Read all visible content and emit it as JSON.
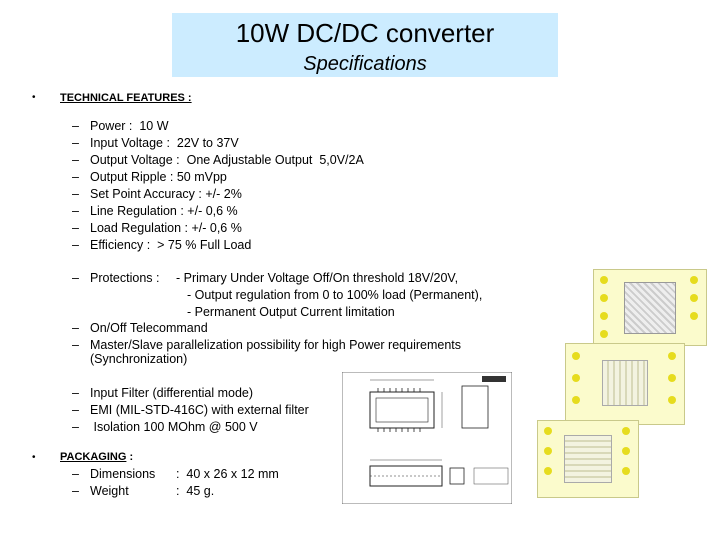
{
  "title": {
    "main": "10W DC/DC converter",
    "sub": "Specifications"
  },
  "technical": {
    "heading": "TECHNICAL FEATURES :",
    "items": [
      "Power :  10 W",
      "Input Voltage :  22V to 37V",
      "Output Voltage :  One Adjustable Output  5,0V/2A",
      "Output Ripple : 50 mVpp",
      "Set Point Accuracy : +/- 2%",
      "Line Regulation : +/- 0,6 %",
      "Load Regulation : +/- 0,6 %",
      "Efficiency :  > 75 % Full Load"
    ],
    "protections": {
      "label": "Protections :",
      "lines": [
        "- Primary Under Voltage Off/On threshold 18V/20V,",
        "- Output regulation from 0 to 100% load (Permanent),",
        "- Permanent Output Current limitation"
      ]
    },
    "telecommand": "On/Off Telecommand",
    "parallel": [
      "Master/Slave parallelization possibility for high Power requirements",
      "(Synchronization)"
    ],
    "other": [
      "Input Filter (differential mode)",
      "EMI (MIL-STD-416C) with external filter",
      " Isolation 100 MOhm @ 500 V"
    ]
  },
  "packaging": {
    "heading": "PACKAGING",
    "colon": " :",
    "dimensions_label": "Dimensions",
    "dimensions_value": ":  40 x 26 x 12 mm",
    "weight_label": "Weight",
    "weight_value": ":  45 g."
  },
  "symbols": {
    "bullet": "•",
    "dash": "–"
  }
}
